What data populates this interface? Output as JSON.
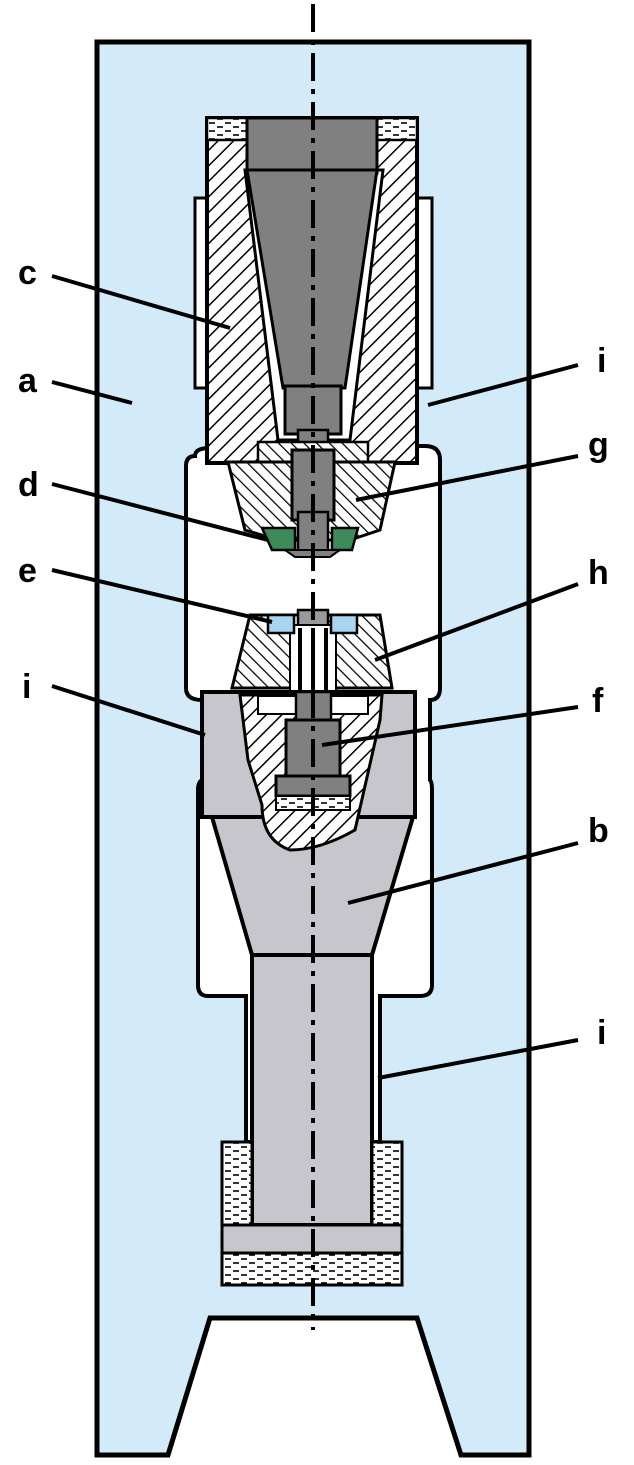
{
  "labels": {
    "a": "a",
    "b": "b",
    "c": "c",
    "d": "d",
    "e": "e",
    "f": "f",
    "g": "g",
    "h": "h",
    "i_upper": "i",
    "i_middle": "i",
    "i_lower": "i"
  },
  "colors": {
    "frame_fill": "#d3ebf8",
    "outline": "#000000",
    "dark_steel": "#808080",
    "mid_steel": "#9a9a9a",
    "light_steel": "#c6c6cc",
    "upper_anvil": "#3d8a5a",
    "lower_anvil": "#a8d4f0",
    "background": "#ffffff"
  }
}
